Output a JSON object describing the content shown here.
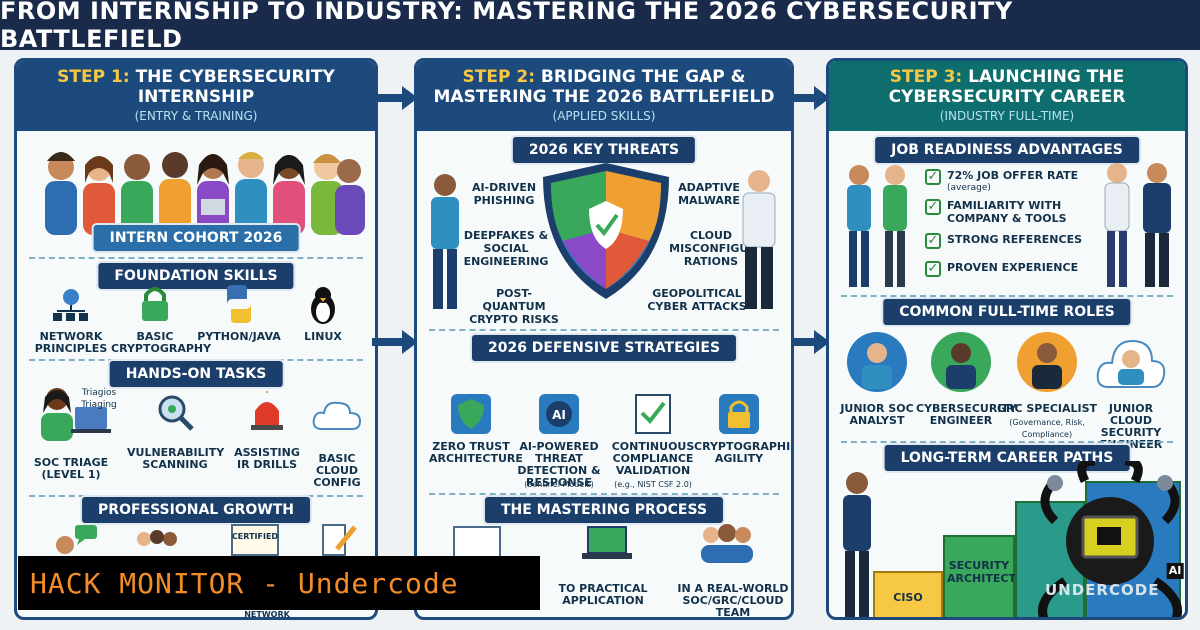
{
  "title": "FROM INTERNSHIP TO INDUSTRY: MASTERING THE 2026 CYBERSECURITY BATTLEFIELD",
  "step1": {
    "num": "STEP 1:",
    "title": "THE CYBERSECURITY INTERNSHIP",
    "sub": "(ENTRY & TRAINING)",
    "cohort": "INTERN COHORT 2026",
    "foundation_title": "FOUNDATION SKILLS",
    "foundation": [
      "NETWORK PRINCIPLES",
      "BASIC CRYPTOGRAPHY",
      "PYTHON/JAVA",
      "LINUX"
    ],
    "handson_title": "HANDS-ON TASKS",
    "handson": [
      "SOC TRIAGE (LEVEL 1)",
      "VULNERABILITY SCANNING",
      "ASSISTING IR DRILLS",
      "BASIC CLOUD CONFIG"
    ],
    "triage_note": "Triagios Triaging",
    "growth_title": "PROFESSIONAL GROWTH",
    "certified": "CERTIFIED",
    "networking": "NETWORK"
  },
  "step2": {
    "num": "STEP 2:",
    "title": "BRIDGING THE GAP & MASTERING THE 2026 BATTLEFIELD",
    "sub": "(APPLIED SKILLS)",
    "threats_title": "2026 KEY THREATS",
    "threats": [
      "AI-DRIVEN PHISHING",
      "DEEPFAKES & SOCIAL ENGINEERING",
      "POST-QUANTUM CRYPTO RISKS",
      "ADAPTIVE MALWARE",
      "CLOUD MISCONFIGU-RATIONS",
      "GEOPOLITICAL CYBER ATTACKS"
    ],
    "defense_title": "2026 DEFENSIVE STRATEGIES",
    "defense": [
      "ZERO TRUST ARCHITECTURE",
      "AI-POWERED THREAT DETECTION & RESPONSE",
      "CONTINUOUS COMPLIANCE VALIDATION",
      "CRYPTOGRAPHIC AGILITY"
    ],
    "defense_notes": [
      "(Sentinel Models)",
      "(e.g., NIST CSF 2.0)"
    ],
    "ai_badge": "AI",
    "process_title": "THE MASTERING PROCESS",
    "process": [
      "TO PRACTICAL APPLICATION",
      "IN A REAL-WORLD SOC/GRC/CLOUD TEAM"
    ]
  },
  "step3": {
    "num": "STEP 3:",
    "title": "LAUNCHING THE CYBERSECURITY CAREER",
    "sub": "(INDUSTRY FULL-TIME)",
    "readiness_title": "JOB READINESS ADVANTAGES",
    "readiness": [
      {
        "text": "72% JOB OFFER RATE",
        "note": "(average)"
      },
      {
        "text": "FAMILIARITY WITH COMPANY & TOOLS",
        "note": ""
      },
      {
        "text": "STRONG REFERENCES",
        "note": ""
      },
      {
        "text": "PROVEN EXPERIENCE",
        "note": ""
      }
    ],
    "roles_title": "COMMON FULL-TIME ROLES",
    "roles": [
      "JUNIOR SOC ANALYST",
      "CYBERSECURITY ENGINEER",
      "GRC SPECIALIST",
      "JUNIOR CLOUD SECURITY ENGINEER"
    ],
    "grc_note": "(Governance, Risk, Compliance)",
    "paths_title": "LONG-TERM CAREER PATHS",
    "paths": [
      "CISO",
      "SECURITY ARCHITECT"
    ],
    "ai_badge": "AI"
  },
  "watermark": "HACK MONITOR - Undercode",
  "logo": "UNDERCODE",
  "colors": {
    "navy": "#1d4a7c",
    "teal": "#0e6e6e",
    "accent": "#f6c844",
    "orange": "#f28c28",
    "green": "#3aa85a"
  }
}
